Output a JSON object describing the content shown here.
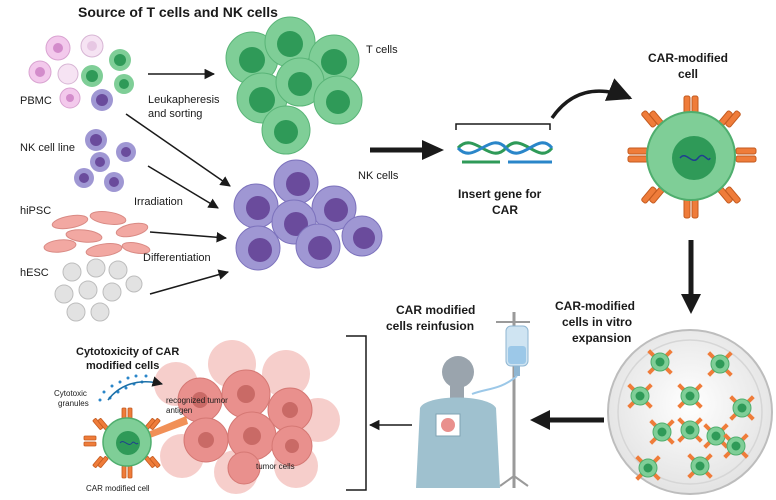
{
  "title": "Source of T cells and NK cells",
  "sources": {
    "pbmc": "PBMC",
    "nk_line": "NK cell line",
    "hipsc": "hiPSC",
    "hesc": "hESC"
  },
  "processes": {
    "leukapheresis_1": "Leukapheresis",
    "leukapheresis_2": "and sorting",
    "irradiation": "Irradiation",
    "differentiation": "Differentiation"
  },
  "cell_labels": {
    "t_cells": "T cells",
    "nk_cells": "NK cells"
  },
  "gene_insert": {
    "line1": "Insert gene for",
    "line2": "CAR"
  },
  "car_cell": {
    "line1": "CAR-modified",
    "line2": "cell"
  },
  "expansion": {
    "line1": "CAR-modified",
    "line2": "cells in vitro",
    "line3": "expansion"
  },
  "reinfusion": {
    "line1": "CAR modified",
    "line2": "cells reinfusion"
  },
  "cytotoxicity": {
    "title_1": "Cytotoxicity of CAR",
    "title_2": "modified cells",
    "granules_1": "Cytotoxic",
    "granules_2": "granules",
    "antigen_1": "recognized tumor",
    "antigen_2": "antigen",
    "tumor": "tumor cells",
    "car_cell": "CAR modified cell"
  },
  "colors": {
    "t_cell": "#7fce97",
    "t_nucleus": "#2f9a58",
    "nk_cell": "#9f97d3",
    "nk_nucleus": "#6a4b9c",
    "car_receptor": "#ef7c3a",
    "tumor": "#e9908d",
    "stem_pink": "#f2a8a2",
    "stem_gray": "#d9d9d9",
    "arrow": "#1a1a1a"
  }
}
